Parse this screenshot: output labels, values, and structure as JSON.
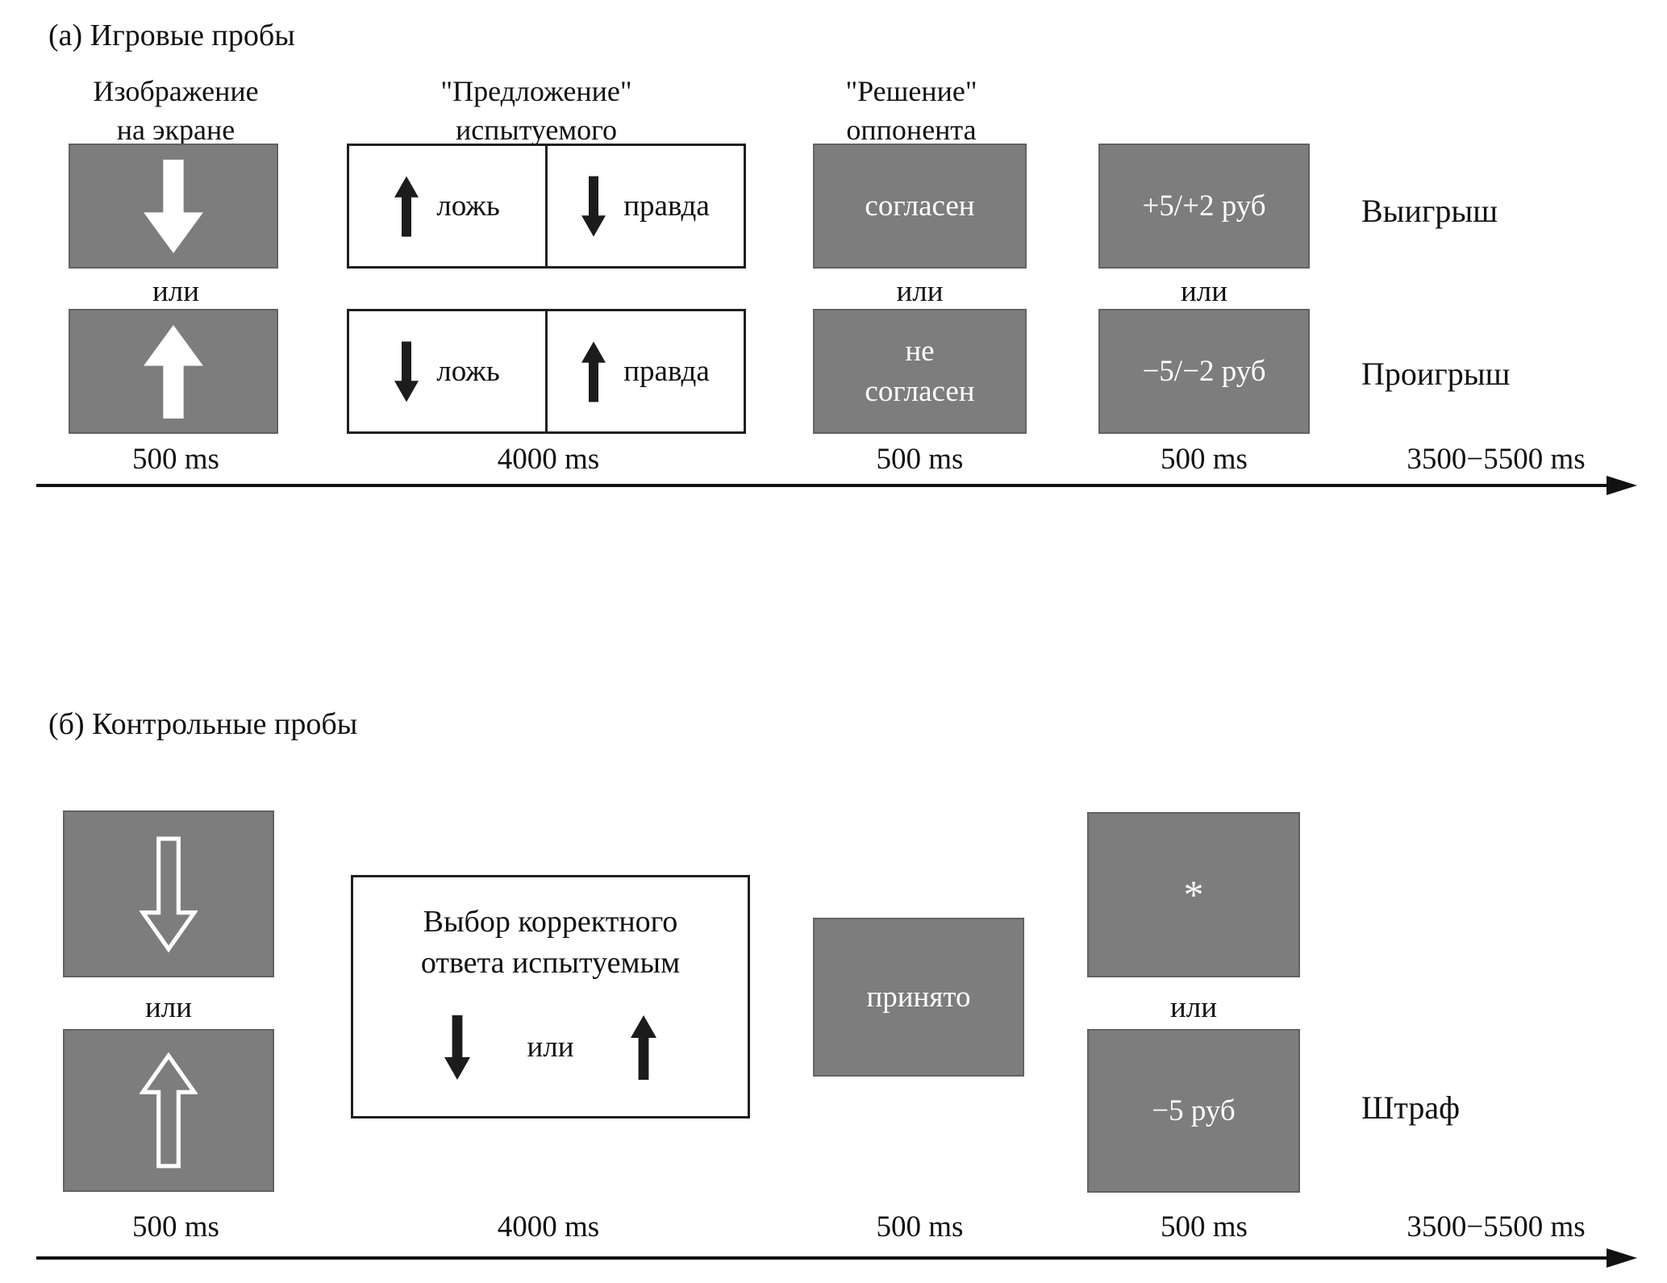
{
  "colors": {
    "box_gray": "#7d7d7d",
    "arrow_white": "#ffffff",
    "arrow_black": "#1c1c1c"
  },
  "panel_a": {
    "title": "(а) Игровые пробы",
    "headers": {
      "screen": [
        "Изображение",
        "на экране"
      ],
      "offer": [
        "\"Предложение\"",
        "испытуемого"
      ],
      "decision": [
        "\"Решение\"",
        "оппонента"
      ]
    },
    "row1": {
      "offer_left": "ложь",
      "offer_right": "правда",
      "decision": "согласен",
      "feedback": "+5/+2 руб",
      "outcome": "Выигрыш"
    },
    "row2": {
      "offer_left": "ложь",
      "offer_right": "правда",
      "decision": [
        "не",
        "согласен"
      ],
      "feedback": "−5/−2 руб",
      "outcome": "Проигрыш"
    },
    "or": "или",
    "timings": [
      "500 ms",
      "4000 ms",
      "500 ms",
      "500 ms",
      "3500−5500 ms"
    ]
  },
  "panel_b": {
    "title": "(б) Контрольные пробы",
    "or": "или",
    "choice_text": [
      "Выбор корректного",
      "ответа испытуемым"
    ],
    "choice_or": "или",
    "accepted": "принято",
    "asterisk": "*",
    "penalty": "−5 руб",
    "penalty_label": "Штраф",
    "timings": [
      "500 ms",
      "4000 ms",
      "500 ms",
      "500 ms",
      "3500−5500 ms"
    ]
  },
  "icons": {
    "white_down_arrow": "filled white arrow pointing down",
    "white_up_arrow": "filled white arrow pointing up",
    "black_down_arrow": "filled black arrow pointing down",
    "black_up_arrow": "filled black arrow pointing up",
    "outline_down_arrow": "white outlined hollow arrow pointing down",
    "outline_up_arrow": "white outlined hollow arrow pointing up",
    "timeline_arrow": "long horizontal rightward time axis arrow"
  }
}
